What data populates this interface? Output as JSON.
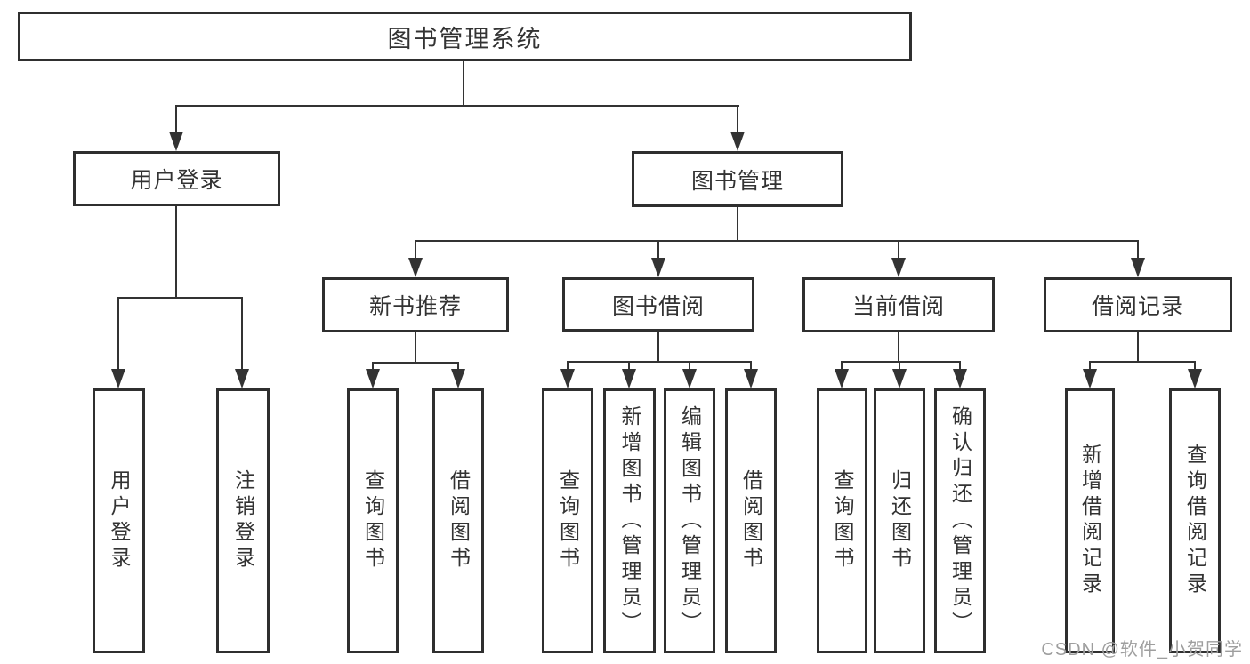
{
  "nodes": {
    "root": "图书管理系统",
    "user_login": "用户登录",
    "book_management": "图书管理",
    "user_login_leaf": "用户登录",
    "logout_leaf": "注销登录",
    "new_book_recommend": "新书推荐",
    "book_borrow": "图书借阅",
    "current_borrow": "当前借阅",
    "borrow_record": "借阅记录",
    "nbr_query_book": "查询图书",
    "nbr_borrow_book": "借阅图书",
    "bb_query_book": "查询图书",
    "bb_add_book": "新增图书（管理员）",
    "bb_edit_book": "编辑图书（管理员）",
    "bb_borrow_book": "借阅图书",
    "cb_query_book": "查询图书",
    "cb_return_book": "归还图书",
    "cb_confirm_return": "确认归还（管理员）",
    "br_add_record": "新增借阅记录",
    "br_query_record": "查询借阅记录"
  },
  "watermark": "CSDN @软件_小贺同学",
  "colors": {
    "line": "#333333",
    "box_border": "#2f2f2f",
    "box_fill": "#ffffff",
    "text": "#333333",
    "watermark": "#9e9e9e",
    "background": "#ffffff"
  }
}
